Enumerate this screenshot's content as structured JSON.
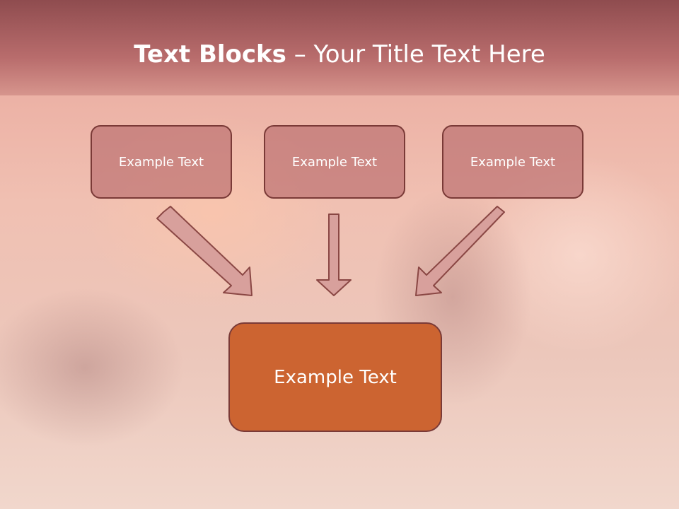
{
  "title": {
    "bold": "Text Blocks",
    "separator": " – ",
    "rest": "Your Title Text Here"
  },
  "blocks": [
    {
      "label": "Example Text"
    },
    {
      "label": "Example Text"
    },
    {
      "label": "Example Text"
    }
  ],
  "main_block": {
    "label": "Example Text"
  },
  "colors": {
    "header": "#b86c6c",
    "small_box_fill": "#c57a7a",
    "border": "#7a3a37",
    "main_box_fill": "#cc6431",
    "arrow_fill": "#d8a09c"
  }
}
